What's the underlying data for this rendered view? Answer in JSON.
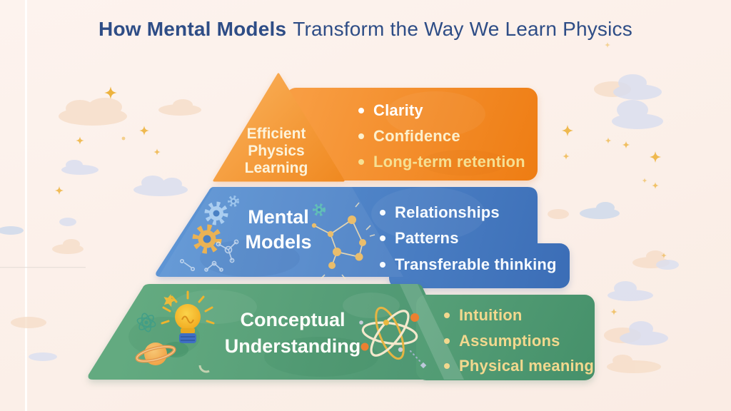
{
  "title": {
    "bold": "How Mental Models",
    "regular": "Transform the Way We Learn Physics",
    "color": "#2e4d86"
  },
  "pyramid": {
    "layers": [
      {
        "name": "Efficient Physics Learning",
        "lines": [
          "Efficient",
          "Physics",
          "Learning"
        ],
        "color": "#f08526",
        "bullets": [
          "Clarity",
          "Confidence",
          "Long-term retention"
        ]
      },
      {
        "name": "Mental Models",
        "lines": [
          "Mental",
          "Models"
        ],
        "color": "#4a80c4",
        "bullets": [
          "Relationships",
          "Patterns",
          "Transferable thinking"
        ]
      },
      {
        "name": "Conceptual Understanding",
        "lines": [
          "Conceptual",
          "Understanding"
        ],
        "color": "#529a72",
        "bullets": [
          "Intuition",
          "Assumptions",
          "Physical meaning"
        ]
      }
    ]
  },
  "decor": {
    "icons": [
      "gear-icon",
      "molecule-icon",
      "network-icon",
      "lightbulb-icon",
      "star-icon",
      "atom-sketch-icon",
      "saturn-icon",
      "orbit-atom-icon",
      "sparkle-icon",
      "cloud-icon"
    ],
    "colors": {
      "background": "#fcf1ea",
      "orange": "#f08526",
      "blue": "#4a80c4",
      "green": "#529a72",
      "sparkle_gold": "#edb33e",
      "cream_text": "#fdf3da",
      "yellow_bullet_text": "#f2d88e"
    }
  }
}
